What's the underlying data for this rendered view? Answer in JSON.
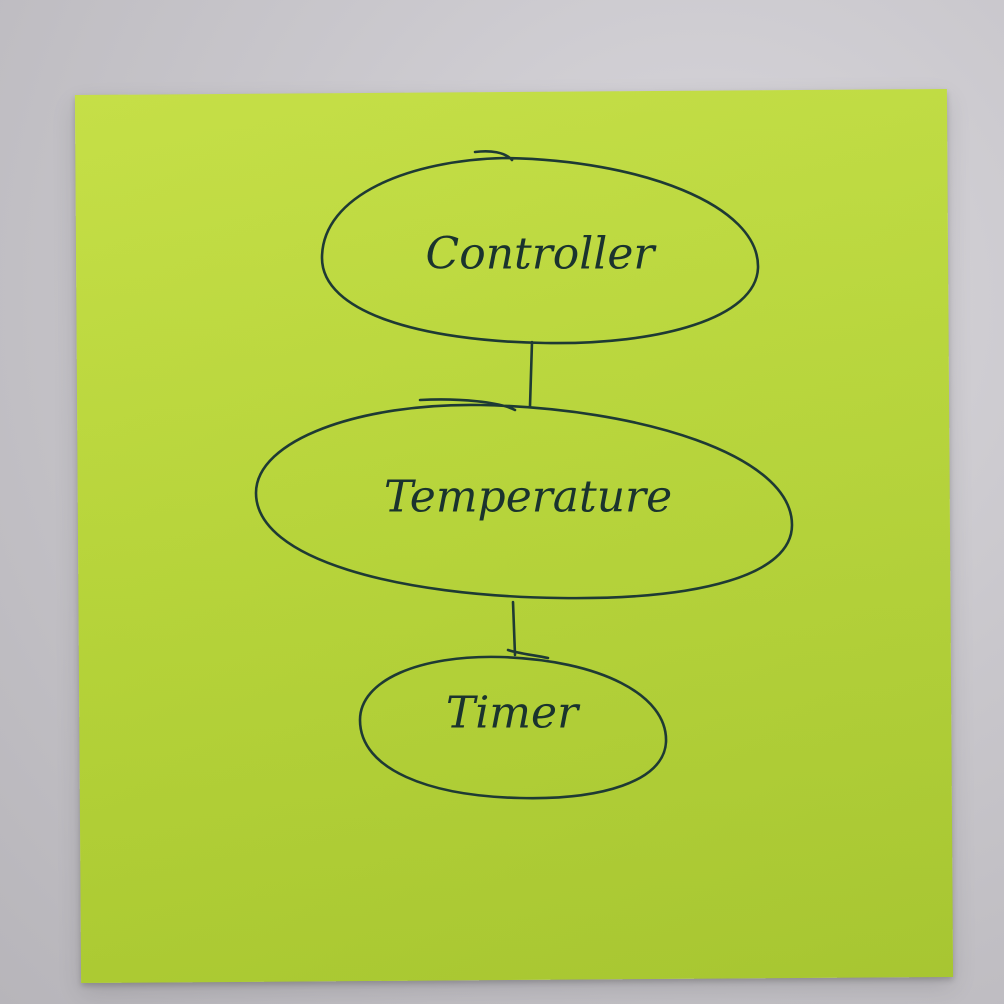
{
  "diagram": {
    "nodes": [
      {
        "id": "controller",
        "label": "Controller"
      },
      {
        "id": "temperature",
        "label": "Temperature"
      },
      {
        "id": "timer",
        "label": "Timer"
      }
    ],
    "edges": [
      {
        "from": "controller",
        "to": "temperature"
      },
      {
        "from": "temperature",
        "to": "timer"
      }
    ]
  },
  "colors": {
    "note": "#b8d736",
    "ink": "#1e3a34",
    "background": "#c9c7cc"
  }
}
